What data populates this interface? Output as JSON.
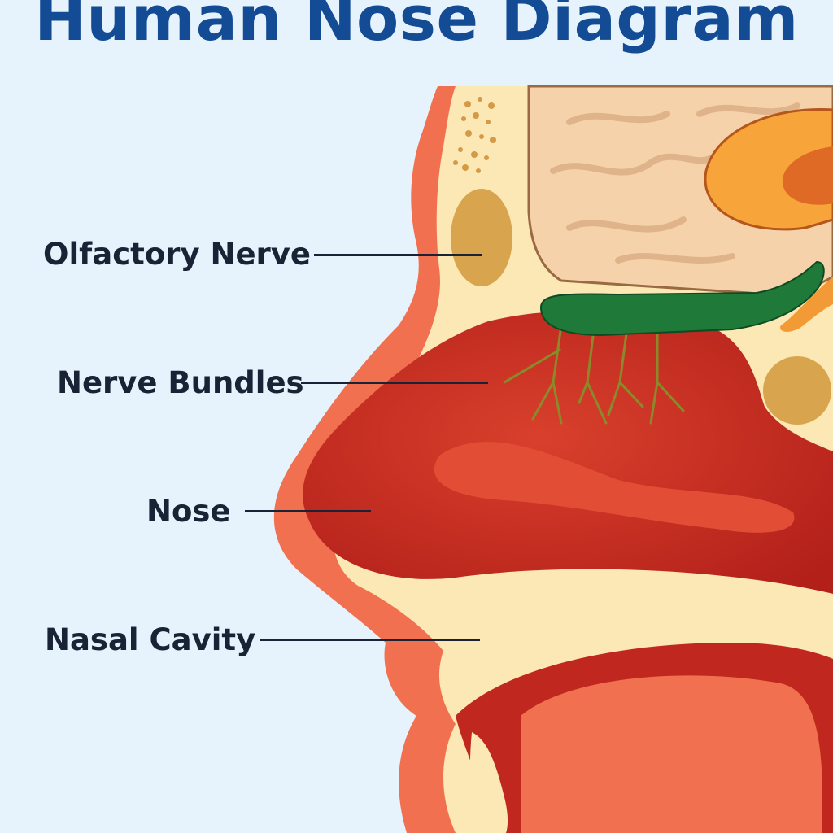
{
  "title": "Human Nose Diagram",
  "labels": {
    "olfactory_nerve": "Olfactory Nerve",
    "nerve_bundles": "Nerve Bundles",
    "nose": "Nose",
    "nasal_cavity": "Nasal Cavity"
  },
  "colors": {
    "background": "#e6f3fc",
    "title": "#134b94",
    "skin": "#f07050",
    "bone": "#fbe8b4",
    "cavity": "#c0271f",
    "brain": "#f6d2aa",
    "olfactory_bulb": "#1f7a3a",
    "nerve_fibers": "#8a8a2a",
    "label_text": "#1a2235"
  }
}
